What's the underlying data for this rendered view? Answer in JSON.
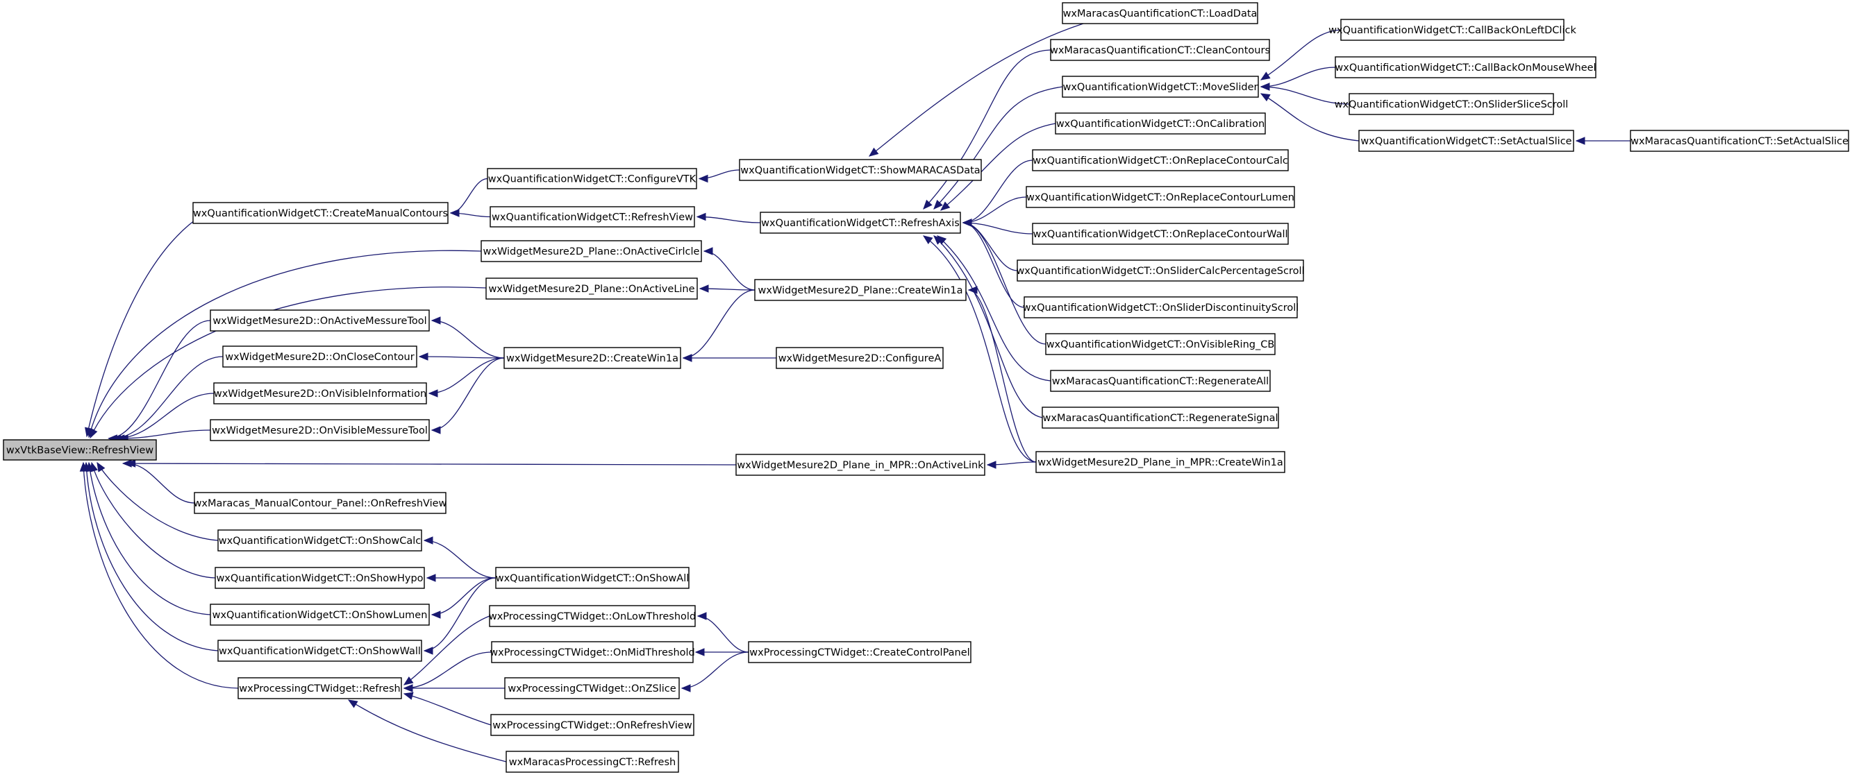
{
  "diagram": {
    "type": "call-graph",
    "edge_color": "#191970",
    "root_fill": "#bfbfbf",
    "nodes": [
      {
        "id": "root",
        "label": "wxVtkBaseView::RefreshView",
        "root": true
      },
      {
        "id": "n1",
        "label": "wxQuantificationWidgetCT::CreateManualContours"
      },
      {
        "id": "n2",
        "label": "wxWidgetMesure2D_Plane::OnActiveCirlcle"
      },
      {
        "id": "n3",
        "label": "wxWidgetMesure2D_Plane::OnActiveLine"
      },
      {
        "id": "n4",
        "label": "wxWidgetMesure2D::OnActiveMessureTool"
      },
      {
        "id": "n5",
        "label": "wxWidgetMesure2D::OnCloseContour"
      },
      {
        "id": "n6",
        "label": "wxWidgetMesure2D::OnVisibleInformation"
      },
      {
        "id": "n7",
        "label": "wxWidgetMesure2D::OnVisibleMessureTool"
      },
      {
        "id": "n8",
        "label": "wxWidgetMesure2D_Plane_in_MPR::OnActiveLink"
      },
      {
        "id": "n9",
        "label": "wxMaracas_ManualContour_Panel::OnRefreshView"
      },
      {
        "id": "n10",
        "label": "wxQuantificationWidgetCT::OnShowCalc"
      },
      {
        "id": "n11",
        "label": "wxQuantificationWidgetCT::OnShowHypo"
      },
      {
        "id": "n12",
        "label": "wxQuantificationWidgetCT::OnShowLumen"
      },
      {
        "id": "n13",
        "label": "wxQuantificationWidgetCT::OnShowWall"
      },
      {
        "id": "n14",
        "label": "wxProcessingCTWidget::Refresh"
      },
      {
        "id": "n15",
        "label": "wxQuantificationWidgetCT::ConfigureVTK"
      },
      {
        "id": "n16",
        "label": "wxQuantificationWidgetCT::RefreshView"
      },
      {
        "id": "n17",
        "label": "wxWidgetMesure2D::CreateWin1a"
      },
      {
        "id": "n18",
        "label": "wxQuantificationWidgetCT::OnShowAll"
      },
      {
        "id": "n19",
        "label": "wxProcessingCTWidget::OnLowThreshold"
      },
      {
        "id": "n20",
        "label": "wxProcessingCTWidget::OnMidThreshold"
      },
      {
        "id": "n21",
        "label": "wxProcessingCTWidget::OnZSlice"
      },
      {
        "id": "n22",
        "label": "wxProcessingCTWidget::OnRefreshView"
      },
      {
        "id": "n23",
        "label": "wxMaracasProcessingCT::Refresh"
      },
      {
        "id": "n24",
        "label": "wxQuantificationWidgetCT::ShowMARACASData"
      },
      {
        "id": "n25",
        "label": "wxQuantificationWidgetCT::RefreshAxis"
      },
      {
        "id": "n26",
        "label": "wxWidgetMesure2D_Plane::CreateWin1a"
      },
      {
        "id": "n27",
        "label": "wxWidgetMesure2D::ConfigureA"
      },
      {
        "id": "n28",
        "label": "wxProcessingCTWidget::CreateControlPanel"
      },
      {
        "id": "n29",
        "label": "wxMaracasQuantificationCT::LoadData"
      },
      {
        "id": "n30",
        "label": "wxMaracasQuantificationCT::CleanContours"
      },
      {
        "id": "n31",
        "label": "wxQuantificationWidgetCT::MoveSlider"
      },
      {
        "id": "n32",
        "label": "wxQuantificationWidgetCT::OnCalibration"
      },
      {
        "id": "n33",
        "label": "wxQuantificationWidgetCT::OnReplaceContourCalc"
      },
      {
        "id": "n34",
        "label": "wxQuantificationWidgetCT::OnReplaceContourLumen"
      },
      {
        "id": "n35",
        "label": "wxQuantificationWidgetCT::OnReplaceContourWall"
      },
      {
        "id": "n36",
        "label": "wxQuantificationWidgetCT::OnSliderCalcPercentageScroll"
      },
      {
        "id": "n37",
        "label": "wxQuantificationWidgetCT::OnSliderDiscontinuityScroll"
      },
      {
        "id": "n38",
        "label": "wxQuantificationWidgetCT::OnVisibleRing_CB"
      },
      {
        "id": "n39",
        "label": "wxMaracasQuantificationCT::RegenerateAll"
      },
      {
        "id": "n40",
        "label": "wxMaracasQuantificationCT::RegenerateSignal"
      },
      {
        "id": "n41",
        "label": "wxWidgetMesure2D_Plane_in_MPR::CreateWin1a"
      },
      {
        "id": "n42",
        "label": "wxQuantificationWidgetCT::CallBackOnLeftDClick"
      },
      {
        "id": "n43",
        "label": "wxQuantificationWidgetCT::CallBackOnMouseWheel"
      },
      {
        "id": "n44",
        "label": "wxQuantificationWidgetCT::OnSliderSliceScroll"
      },
      {
        "id": "n45",
        "label": "wxQuantificationWidgetCT::SetActualSlice"
      },
      {
        "id": "n46",
        "label": "wxMaracasQuantificationCT::SetActualSlice"
      }
    ],
    "edges": [
      {
        "from": "n1",
        "to": "root"
      },
      {
        "from": "n2",
        "to": "root"
      },
      {
        "from": "n3",
        "to": "root"
      },
      {
        "from": "n4",
        "to": "root"
      },
      {
        "from": "n5",
        "to": "root"
      },
      {
        "from": "n6",
        "to": "root"
      },
      {
        "from": "n7",
        "to": "root"
      },
      {
        "from": "n8",
        "to": "root"
      },
      {
        "from": "n9",
        "to": "root"
      },
      {
        "from": "n10",
        "to": "root"
      },
      {
        "from": "n11",
        "to": "root"
      },
      {
        "from": "n12",
        "to": "root"
      },
      {
        "from": "n13",
        "to": "root"
      },
      {
        "from": "n14",
        "to": "root"
      },
      {
        "from": "n15",
        "to": "n1"
      },
      {
        "from": "n16",
        "to": "n1"
      },
      {
        "from": "n26",
        "to": "n2"
      },
      {
        "from": "n26",
        "to": "n3"
      },
      {
        "from": "n17",
        "to": "n4"
      },
      {
        "from": "n17",
        "to": "n5"
      },
      {
        "from": "n17",
        "to": "n6"
      },
      {
        "from": "n17",
        "to": "n7"
      },
      {
        "from": "n41",
        "to": "n8"
      },
      {
        "from": "n18",
        "to": "n10"
      },
      {
        "from": "n18",
        "to": "n11"
      },
      {
        "from": "n18",
        "to": "n12"
      },
      {
        "from": "n18",
        "to": "n13"
      },
      {
        "from": "n19",
        "to": "n14"
      },
      {
        "from": "n20",
        "to": "n14"
      },
      {
        "from": "n21",
        "to": "n14"
      },
      {
        "from": "n22",
        "to": "n14"
      },
      {
        "from": "n23",
        "to": "n14"
      },
      {
        "from": "n24",
        "to": "n15"
      },
      {
        "from": "n25",
        "to": "n16"
      },
      {
        "from": "n26",
        "to": "n17"
      },
      {
        "from": "n27",
        "to": "n17"
      },
      {
        "from": "n28",
        "to": "n19"
      },
      {
        "from": "n28",
        "to": "n20"
      },
      {
        "from": "n28",
        "to": "n21"
      },
      {
        "from": "n29",
        "to": "n24"
      },
      {
        "from": "n30",
        "to": "n25"
      },
      {
        "from": "n31",
        "to": "n25"
      },
      {
        "from": "n32",
        "to": "n25"
      },
      {
        "from": "n33",
        "to": "n25"
      },
      {
        "from": "n34",
        "to": "n25"
      },
      {
        "from": "n35",
        "to": "n25"
      },
      {
        "from": "n36",
        "to": "n25"
      },
      {
        "from": "n37",
        "to": "n25"
      },
      {
        "from": "n38",
        "to": "n25"
      },
      {
        "from": "n39",
        "to": "n25"
      },
      {
        "from": "n40",
        "to": "n25"
      },
      {
        "from": "n41",
        "to": "n25"
      },
      {
        "from": "n41",
        "to": "n26"
      },
      {
        "from": "n42",
        "to": "n31"
      },
      {
        "from": "n43",
        "to": "n31"
      },
      {
        "from": "n44",
        "to": "n31"
      },
      {
        "from": "n45",
        "to": "n31"
      },
      {
        "from": "n46",
        "to": "n45"
      }
    ]
  }
}
